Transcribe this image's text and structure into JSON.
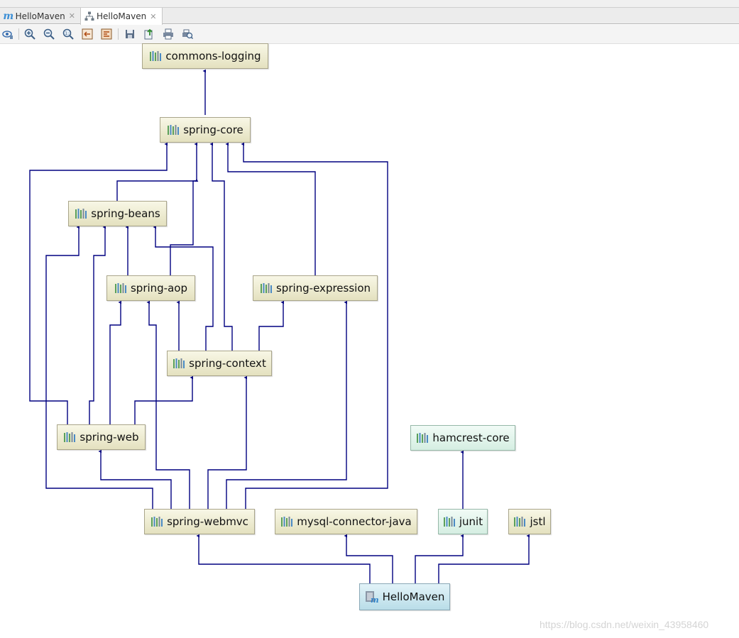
{
  "tabs": [
    {
      "label": "HelloMaven",
      "icon": "maven-m-icon",
      "active": false
    },
    {
      "label": "HelloMaven",
      "icon": "dependency-diagram-icon",
      "active": true
    }
  ],
  "toolbar": {
    "buttons": [
      "layout-view-icon",
      "zoom-in-icon",
      "zoom-out-icon",
      "actual-size-icon",
      "fit-content-icon",
      "apply-layout-icon",
      "save-icon",
      "export-icon",
      "print-icon",
      "print-preview-icon"
    ]
  },
  "colors": {
    "edge": "#000080",
    "library_node": "#e9e6c6",
    "test_node": "#dcf2e8",
    "module_node": "#c3e2ec"
  },
  "diagram": {
    "nodes": [
      {
        "id": "commons-logging",
        "label": "commons-logging",
        "kind": "library"
      },
      {
        "id": "spring-core",
        "label": "spring-core",
        "kind": "library"
      },
      {
        "id": "spring-beans",
        "label": "spring-beans",
        "kind": "library"
      },
      {
        "id": "spring-aop",
        "label": "spring-aop",
        "kind": "library"
      },
      {
        "id": "spring-expression",
        "label": "spring-expression",
        "kind": "library"
      },
      {
        "id": "spring-context",
        "label": "spring-context",
        "kind": "library"
      },
      {
        "id": "spring-web",
        "label": "spring-web",
        "kind": "library"
      },
      {
        "id": "hamcrest-core",
        "label": "hamcrest-core",
        "kind": "test"
      },
      {
        "id": "spring-webmvc",
        "label": "spring-webmvc",
        "kind": "library"
      },
      {
        "id": "mysql-connector-java",
        "label": "mysql-connector-java",
        "kind": "library"
      },
      {
        "id": "junit",
        "label": "junit",
        "kind": "test"
      },
      {
        "id": "jstl",
        "label": "jstl",
        "kind": "library"
      },
      {
        "id": "HelloMaven",
        "label": "HelloMaven",
        "kind": "module"
      }
    ],
    "edges": [
      {
        "from": "spring-core",
        "to": "commons-logging"
      },
      {
        "from": "spring-beans",
        "to": "spring-core"
      },
      {
        "from": "spring-aop",
        "to": "spring-core"
      },
      {
        "from": "spring-aop",
        "to": "spring-beans"
      },
      {
        "from": "spring-expression",
        "to": "spring-core"
      },
      {
        "from": "spring-context",
        "to": "spring-core"
      },
      {
        "from": "spring-context",
        "to": "spring-beans"
      },
      {
        "from": "spring-context",
        "to": "spring-aop"
      },
      {
        "from": "spring-context",
        "to": "spring-expression"
      },
      {
        "from": "spring-web",
        "to": "spring-core"
      },
      {
        "from": "spring-web",
        "to": "spring-beans"
      },
      {
        "from": "spring-web",
        "to": "spring-aop"
      },
      {
        "from": "spring-web",
        "to": "spring-context"
      },
      {
        "from": "spring-webmvc",
        "to": "spring-core"
      },
      {
        "from": "spring-webmvc",
        "to": "spring-beans"
      },
      {
        "from": "spring-webmvc",
        "to": "spring-aop"
      },
      {
        "from": "spring-webmvc",
        "to": "spring-context"
      },
      {
        "from": "spring-webmvc",
        "to": "spring-expression"
      },
      {
        "from": "spring-webmvc",
        "to": "spring-web"
      },
      {
        "from": "junit",
        "to": "hamcrest-core"
      },
      {
        "from": "HelloMaven",
        "to": "spring-webmvc"
      },
      {
        "from": "HelloMaven",
        "to": "mysql-connector-java"
      },
      {
        "from": "HelloMaven",
        "to": "junit"
      },
      {
        "from": "HelloMaven",
        "to": "jstl"
      }
    ]
  },
  "watermark": "https://blog.csdn.net/weixin_43958460"
}
